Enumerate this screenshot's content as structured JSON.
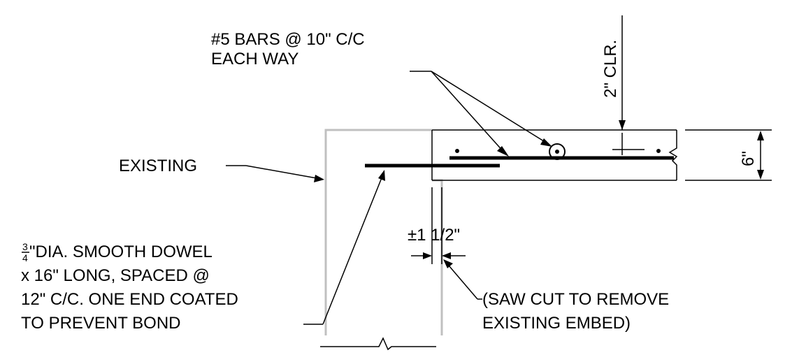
{
  "notes": {
    "rebar_line1": "#5 BARS @ 10\" C/C",
    "rebar_line2": "EACH WAY",
    "existing": "EXISTING",
    "clear_cover": "2\" CLR.",
    "slab_thickness": "6\"",
    "dowel_fraction_num": "3",
    "dowel_fraction_den": "4",
    "dowel_line1": "\"DIA. SMOOTH DOWEL",
    "dowel_line2": "x 16\" LONG, SPACED @",
    "dowel_line3": "12\" C/C.  ONE END COATED",
    "dowel_line4": "TO PREVENT BOND",
    "sawcut_dim": "±1 1/2\"",
    "sawcut_line1": "(SAW CUT TO REMOVE",
    "sawcut_line2": "EXISTING EMBED)"
  },
  "colors": {
    "existing_outline": "#c0c0c0",
    "ink": "#000000",
    "background": "#ffffff"
  }
}
